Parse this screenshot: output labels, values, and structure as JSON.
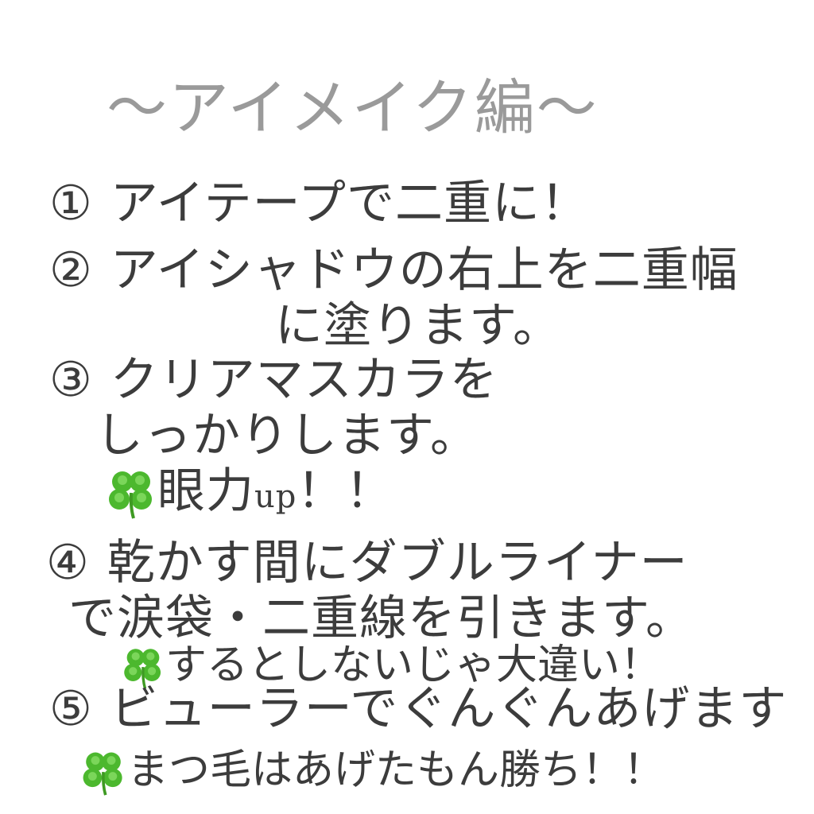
{
  "title": "〜アイメイク編〜",
  "steps": [
    {
      "number": "①",
      "lines": [
        "アイテープで二重に！"
      ]
    },
    {
      "number": "②",
      "lines": [
        "アイシャドウの右上を二重幅",
        "に塗ります。"
      ]
    },
    {
      "number": "③",
      "lines": [
        "クリアマスカラを",
        "しっかりします。"
      ],
      "tip": {
        "icon": "four-leaf-clover",
        "text_main": "眼力",
        "text_latin": "up",
        "text_end": "！！"
      }
    },
    {
      "number": "④",
      "lines": [
        "乾かす間にダブルライナー",
        "で涙袋・二重線を引きます。"
      ],
      "tip": {
        "icon": "four-leaf-clover",
        "text": "するとしないじゃ大違い！"
      }
    },
    {
      "number": "⑤",
      "lines": [
        "ビューラーでぐんぐんあげます"
      ],
      "tip": {
        "icon": "four-leaf-clover",
        "text": "まつ毛はあげたもん勝ち！！"
      }
    }
  ],
  "colors": {
    "title": "#9a9a9a",
    "text": "#3c3c3c",
    "clover": "#4cb82e",
    "background": "#ffffff"
  }
}
